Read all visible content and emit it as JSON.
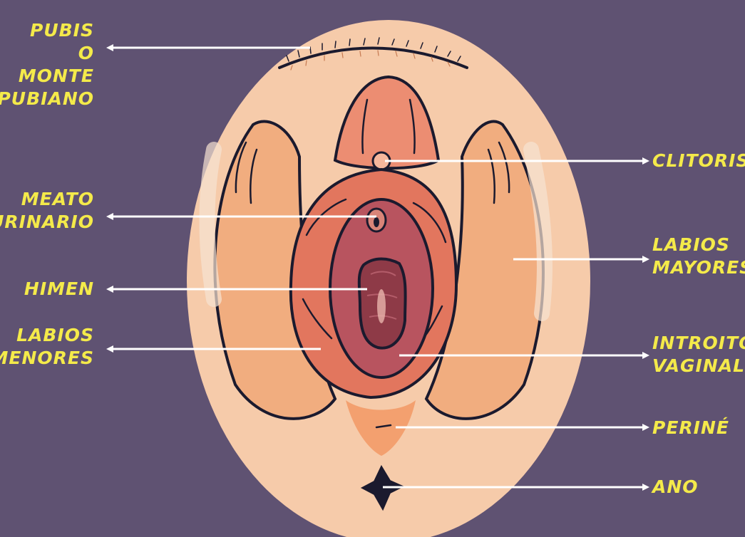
{
  "colors": {
    "background": "#5f5272",
    "label": "#f4ea4a",
    "pointer": "#ffffff",
    "skin": "#f6cbaa",
    "labia_majora": "#f1ad7f",
    "labia_minora": "#e2765e",
    "vestibule": "#b8545f",
    "vaginal_opening": "#8e3a47",
    "outline": "#1b1a2e"
  },
  "labels": {
    "pubis": "PUBIS\nO MONTE\nPUBIANO",
    "meato": "MEATO\nURINARIO",
    "himen": "HIMEN",
    "labios_menores": "LABIOS\nMENORES",
    "clitoris": "CLITORIS",
    "labios_mayores": "LABIOS\nMAYORES",
    "introito": "INTROITO\nVAGINAL",
    "perine": "PERINÉ",
    "ano": "ANO"
  }
}
